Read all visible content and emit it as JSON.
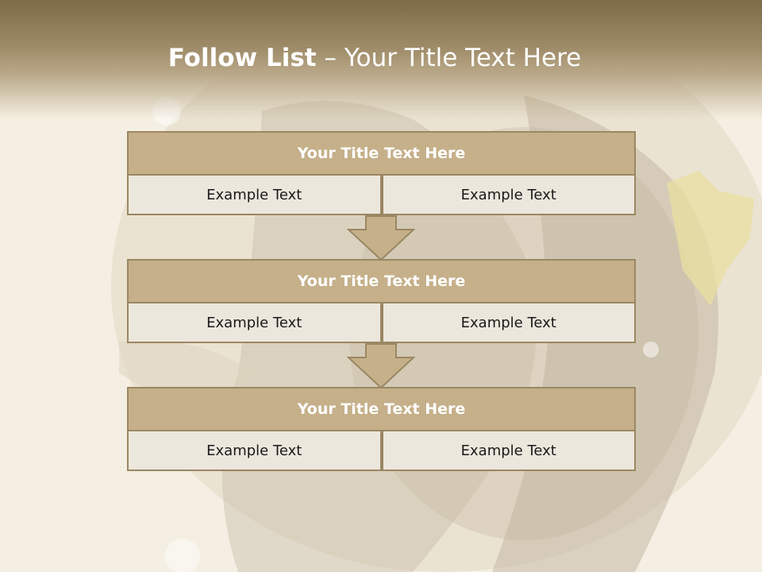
{
  "header": {
    "title_bold": "Follow List",
    "title_rest": " – Your Title Text Here"
  },
  "steps": [
    {
      "title": "Your Title Text Here",
      "left": "Example Text",
      "right": "Example Text"
    },
    {
      "title": "Your Title Text Here",
      "left": "Example Text",
      "right": "Example Text"
    },
    {
      "title": "Your Title Text Here",
      "left": "Example Text",
      "right": "Example Text"
    }
  ],
  "colors": {
    "header_brown": "#7d6a47",
    "box_title_fill": "#c5b08a",
    "box_border": "#9a8763",
    "cell_fill": "#ece7dd"
  }
}
